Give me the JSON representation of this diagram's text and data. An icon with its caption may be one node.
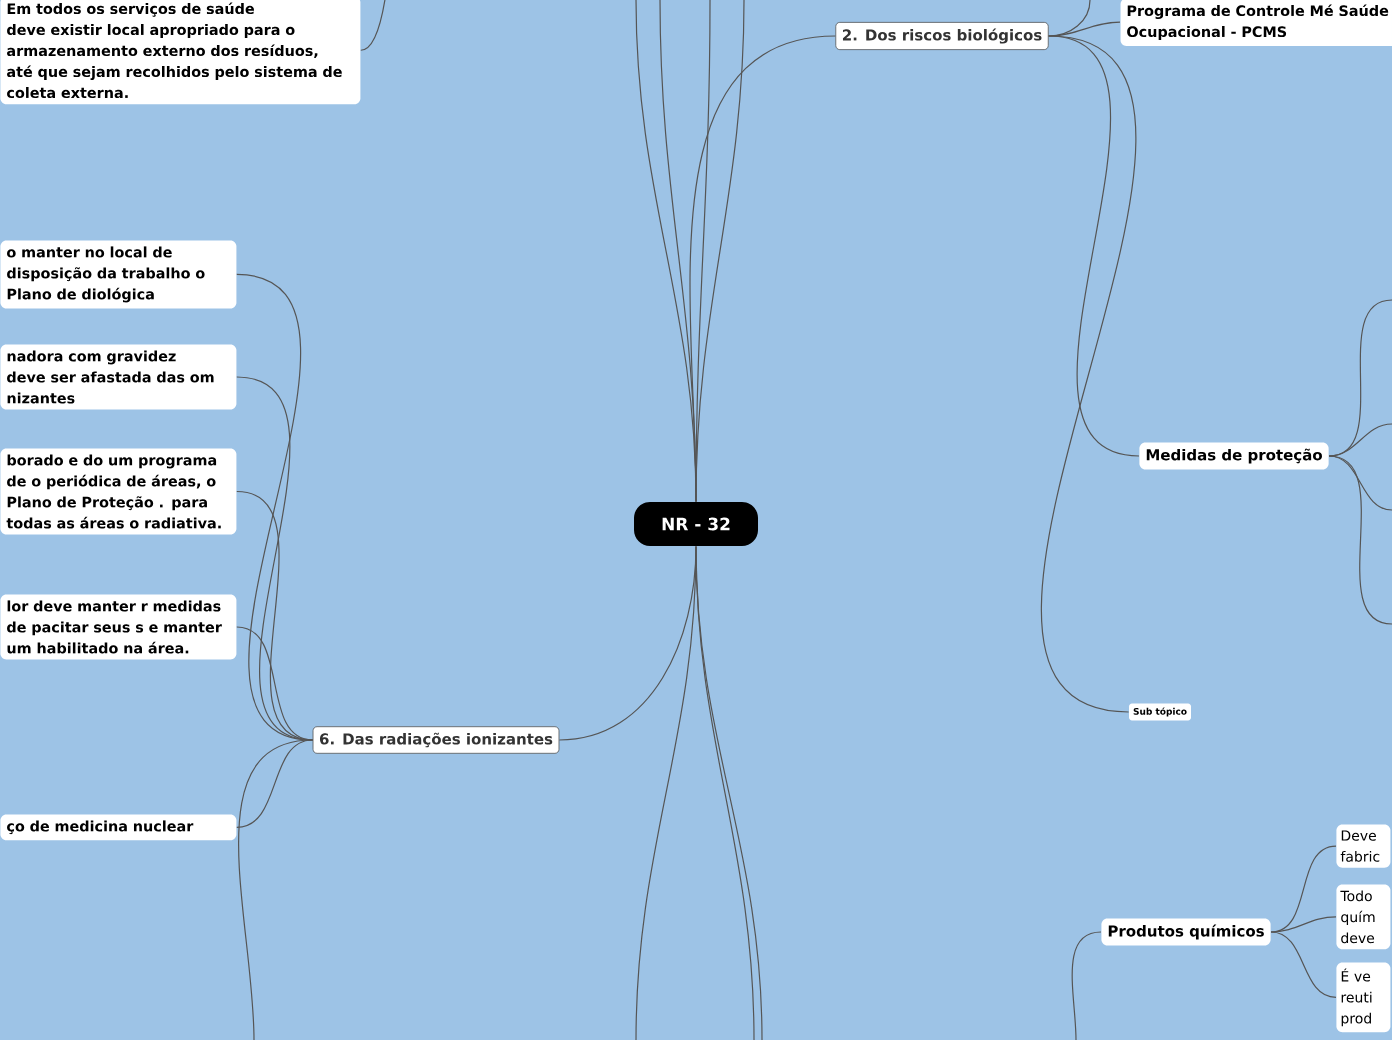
{
  "diagram": {
    "nodes": [
      {
        "text": [
          "NR - 32"
        ]
      },
      {
        "text": [
          "2. Dos riscos biológicos"
        ]
      },
      {
        "text": [
          "Programa de Controle Mé Saúde Ocupacional - PCMS"
        ]
      },
      {
        "text": [
          "Medidas de proteção"
        ]
      },
      {
        "text": [
          "Sub tópico"
        ]
      },
      {
        "text": [
          "Produtos químicos"
        ]
      },
      {
        "text": [
          "Deve fabric"
        ]
      },
      {
        "text": [
          "Todo quím deve"
        ]
      },
      {
        "text": [
          "É ve reuti prod"
        ]
      },
      {
        "text": [
          "6. Das radiações ionizantes"
        ]
      },
      {
        "text": [
          "o manter no local de disposição da trabalho o Plano de diológica"
        ]
      },
      {
        "text": [
          "nadora com gravidez deve ser afastada das om nizantes"
        ]
      },
      {
        "text": [
          "borado e do um programa de o periódica de áreas, o Plano de Proteção . para todas as áreas o radiativa."
        ]
      },
      {
        "text": [
          "lor deve manter r medidas de pacitar seus s e manter um habilitado na área."
        ]
      },
      {
        "text": [
          "ço de medicina nuclear"
        ]
      },
      {
        "text": [
          "Em todos os serviços de saúde deve existir local apropriado para o armazenamento externo dos resíduos, até que sejam recolhidos pelo sistema de coleta externa."
        ]
      }
    ],
    "edges": [
      {
        "from": 0,
        "to": 1,
        "arrow": "none"
      },
      {
        "from": 0,
        "to": 9,
        "arrow": "none"
      },
      {
        "from": 0,
        "to": null,
        "arrow": "none"
      },
      {
        "from": 0,
        "to": null,
        "arrow": "none"
      },
      {
        "from": 0,
        "to": null,
        "arrow": "none"
      },
      {
        "from": 0,
        "to": null,
        "arrow": "none"
      },
      {
        "from": 0,
        "to": null,
        "arrow": "none"
      },
      {
        "from": 0,
        "to": null,
        "arrow": "none"
      },
      {
        "from": 0,
        "to": null,
        "arrow": "none"
      },
      {
        "from": 1,
        "to": null,
        "arrow": "none"
      },
      {
        "from": 1,
        "to": 2,
        "arrow": "none"
      },
      {
        "from": 1,
        "to": 3,
        "arrow": "none"
      },
      {
        "from": 1,
        "to": 4,
        "arrow": "none"
      },
      {
        "from": 3,
        "to": null,
        "arrow": "none"
      },
      {
        "from": 3,
        "to": null,
        "arrow": "none"
      },
      {
        "from": 3,
        "to": null,
        "arrow": "none"
      },
      {
        "from": 3,
        "to": null,
        "arrow": "none"
      },
      {
        "from": null,
        "to": 5,
        "arrow": "none"
      },
      {
        "from": 5,
        "to": 6,
        "arrow": "none"
      },
      {
        "from": 5,
        "to": 7,
        "arrow": "none"
      },
      {
        "from": 5,
        "to": 8,
        "arrow": "none"
      },
      {
        "from": 9,
        "to": 10,
        "arrow": "none"
      },
      {
        "from": 9,
        "to": 11,
        "arrow": "none"
      },
      {
        "from": 9,
        "to": 12,
        "arrow": "none"
      },
      {
        "from": 9,
        "to": 13,
        "arrow": "none"
      },
      {
        "from": 9,
        "to": 14,
        "arrow": "none"
      },
      {
        "from": 9,
        "to": null,
        "arrow": "none"
      },
      {
        "from": 15,
        "to": null,
        "arrow": "none"
      }
    ]
  }
}
